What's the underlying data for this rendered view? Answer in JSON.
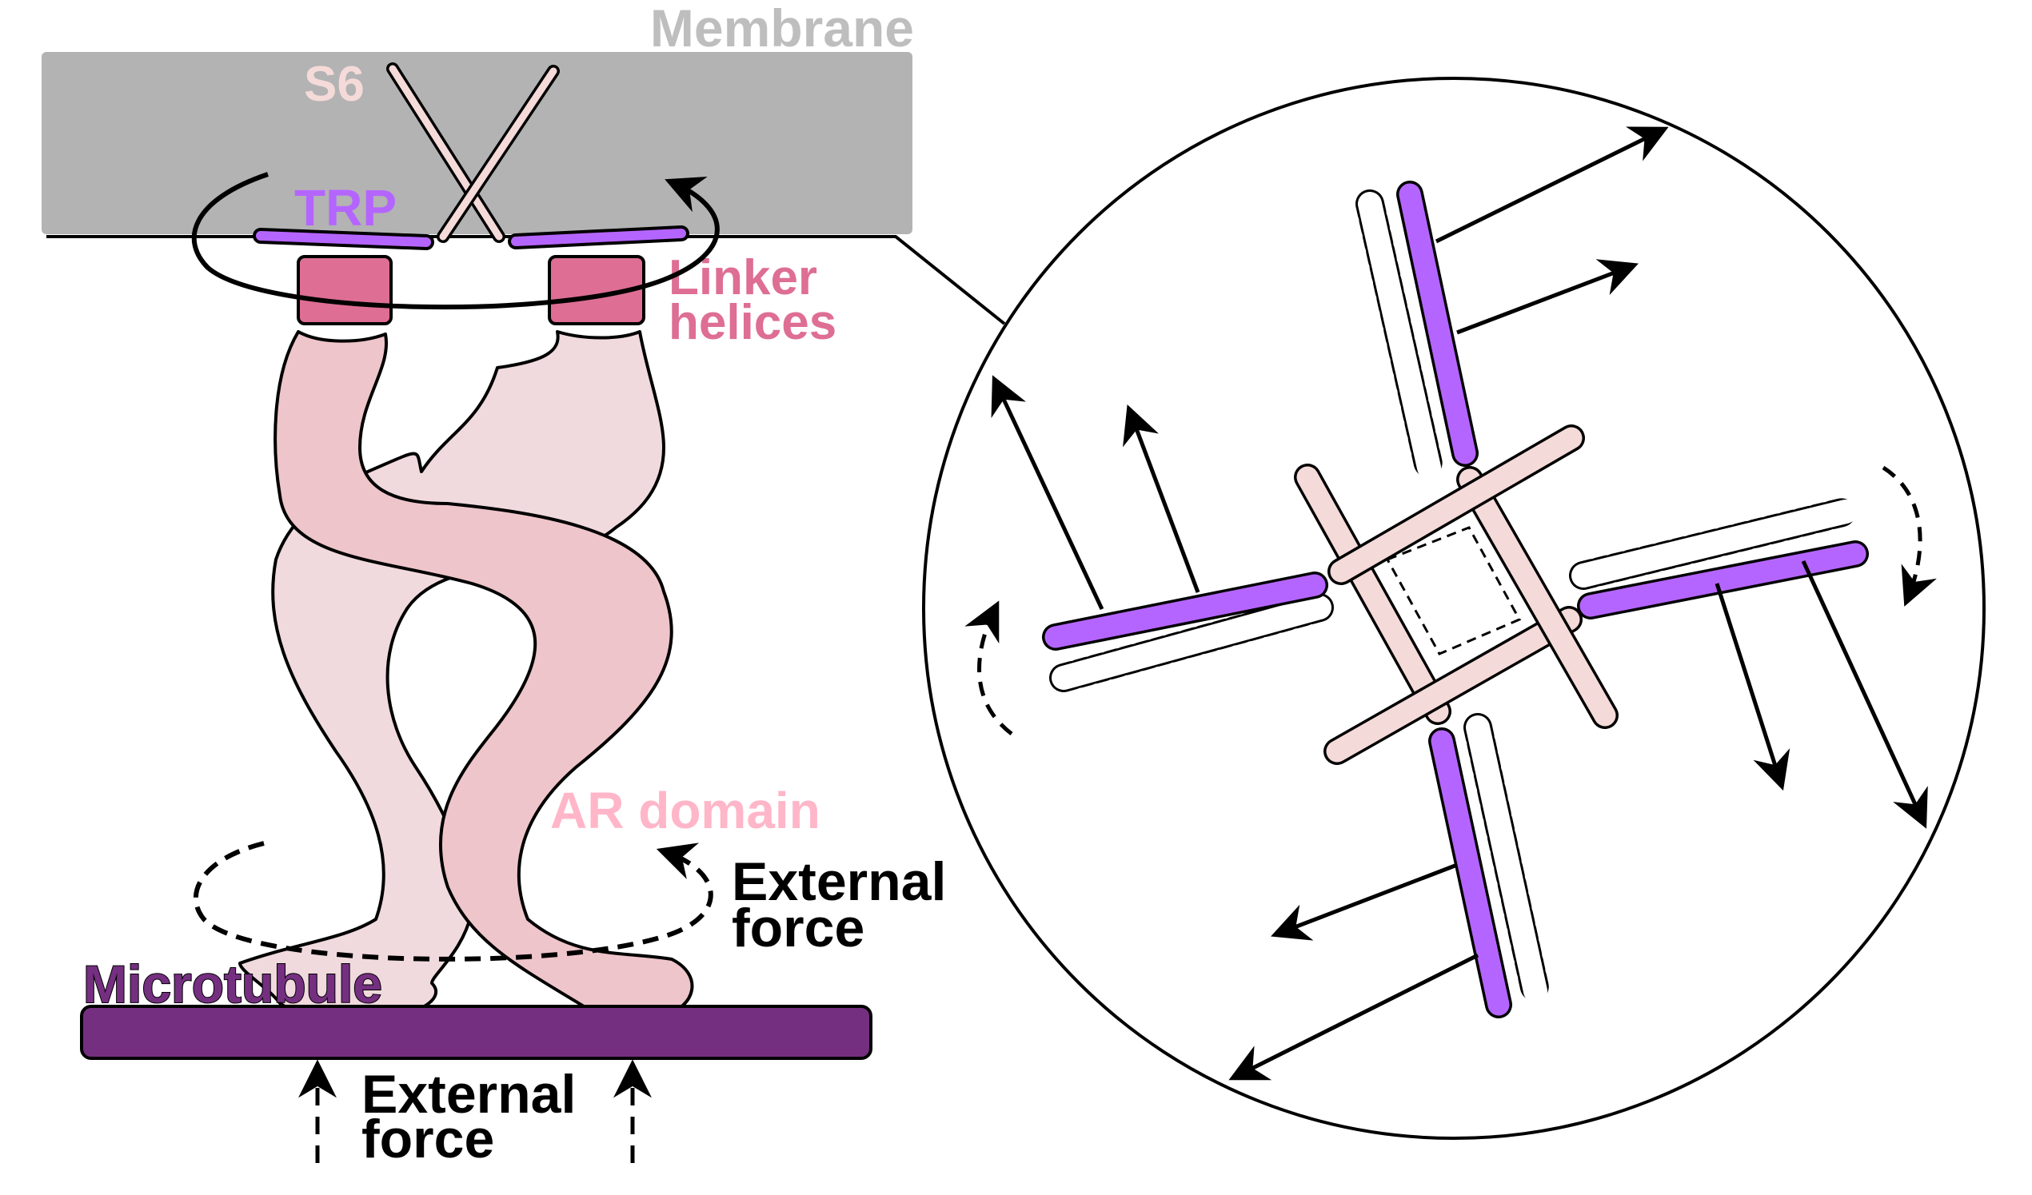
{
  "labels": {
    "membrane": "Membrane",
    "s6": "S6",
    "trp": "TRP",
    "linker_line1": "Linker",
    "linker_line2": "helices",
    "ar_domain": "AR domain",
    "external_force_side_line1": "External",
    "external_force_side_line2": "force",
    "microtubule": "Microtubule",
    "external_force_bottom_line1": "External",
    "external_force_bottom_line2": "force"
  },
  "colors": {
    "membrane": "#B3B3B3",
    "membrane_text": "#BEBEBE",
    "s6": "#F4DAD8",
    "trp": "#B565FF",
    "linker": "#DE6E93",
    "ar_front": "#EEC5CA",
    "ar_back": "#F0DADD",
    "ar_text": "#FFB6C9",
    "microtubule": "#752F80"
  }
}
